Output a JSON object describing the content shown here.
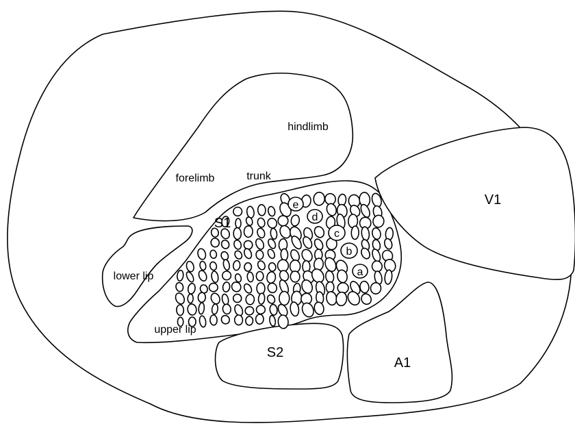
{
  "regions": {
    "hindlimb": "hindlimb",
    "forelimb": "forelimb",
    "trunk": "trunk",
    "s1": "S1",
    "lower_lip": "lower lip",
    "upper_lip": "upper lip",
    "s2": "S2",
    "a1": "A1",
    "v1": "V1"
  },
  "barrel_rows": [
    "a",
    "b",
    "c",
    "d",
    "e"
  ],
  "colors": {
    "stroke": "#000000",
    "fill": "#ffffff"
  }
}
